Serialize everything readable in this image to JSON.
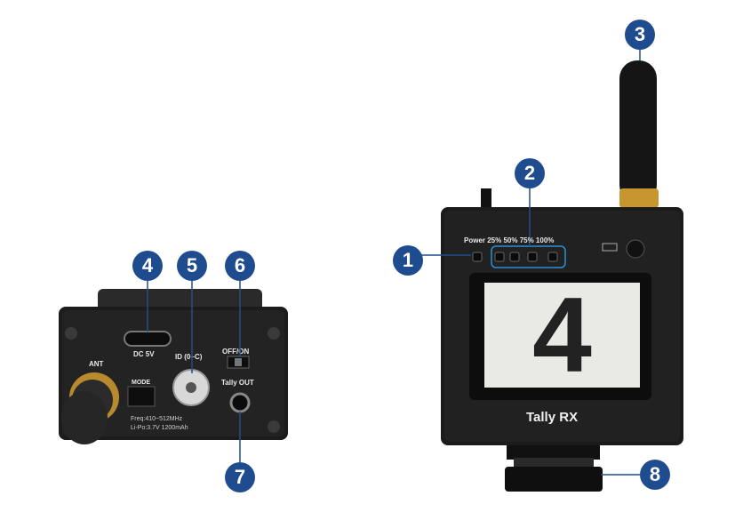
{
  "callouts": [
    "1",
    "2",
    "3",
    "4",
    "5",
    "6",
    "7",
    "8"
  ],
  "left_device": {
    "port_label": "DC 5V",
    "id_label": "ID (0~C)",
    "switch_label": "OFF/ON",
    "ant_label": "ANT",
    "mode_label": "MODE",
    "tally_out_label": "Tally  OUT",
    "freq_label": "Freq:410~512MHz",
    "battery_label": "Li-Po:3.7V  1200mAh"
  },
  "right_device": {
    "led_labels": "Power  25% 50% 75% 100%",
    "display_number": "4",
    "model_label": "Tally RX"
  },
  "colors": {
    "callout": "#1f4c8f",
    "body": "#1b1b1b",
    "screen": "#e9e9e6",
    "antenna_ring": "#c8962f"
  }
}
